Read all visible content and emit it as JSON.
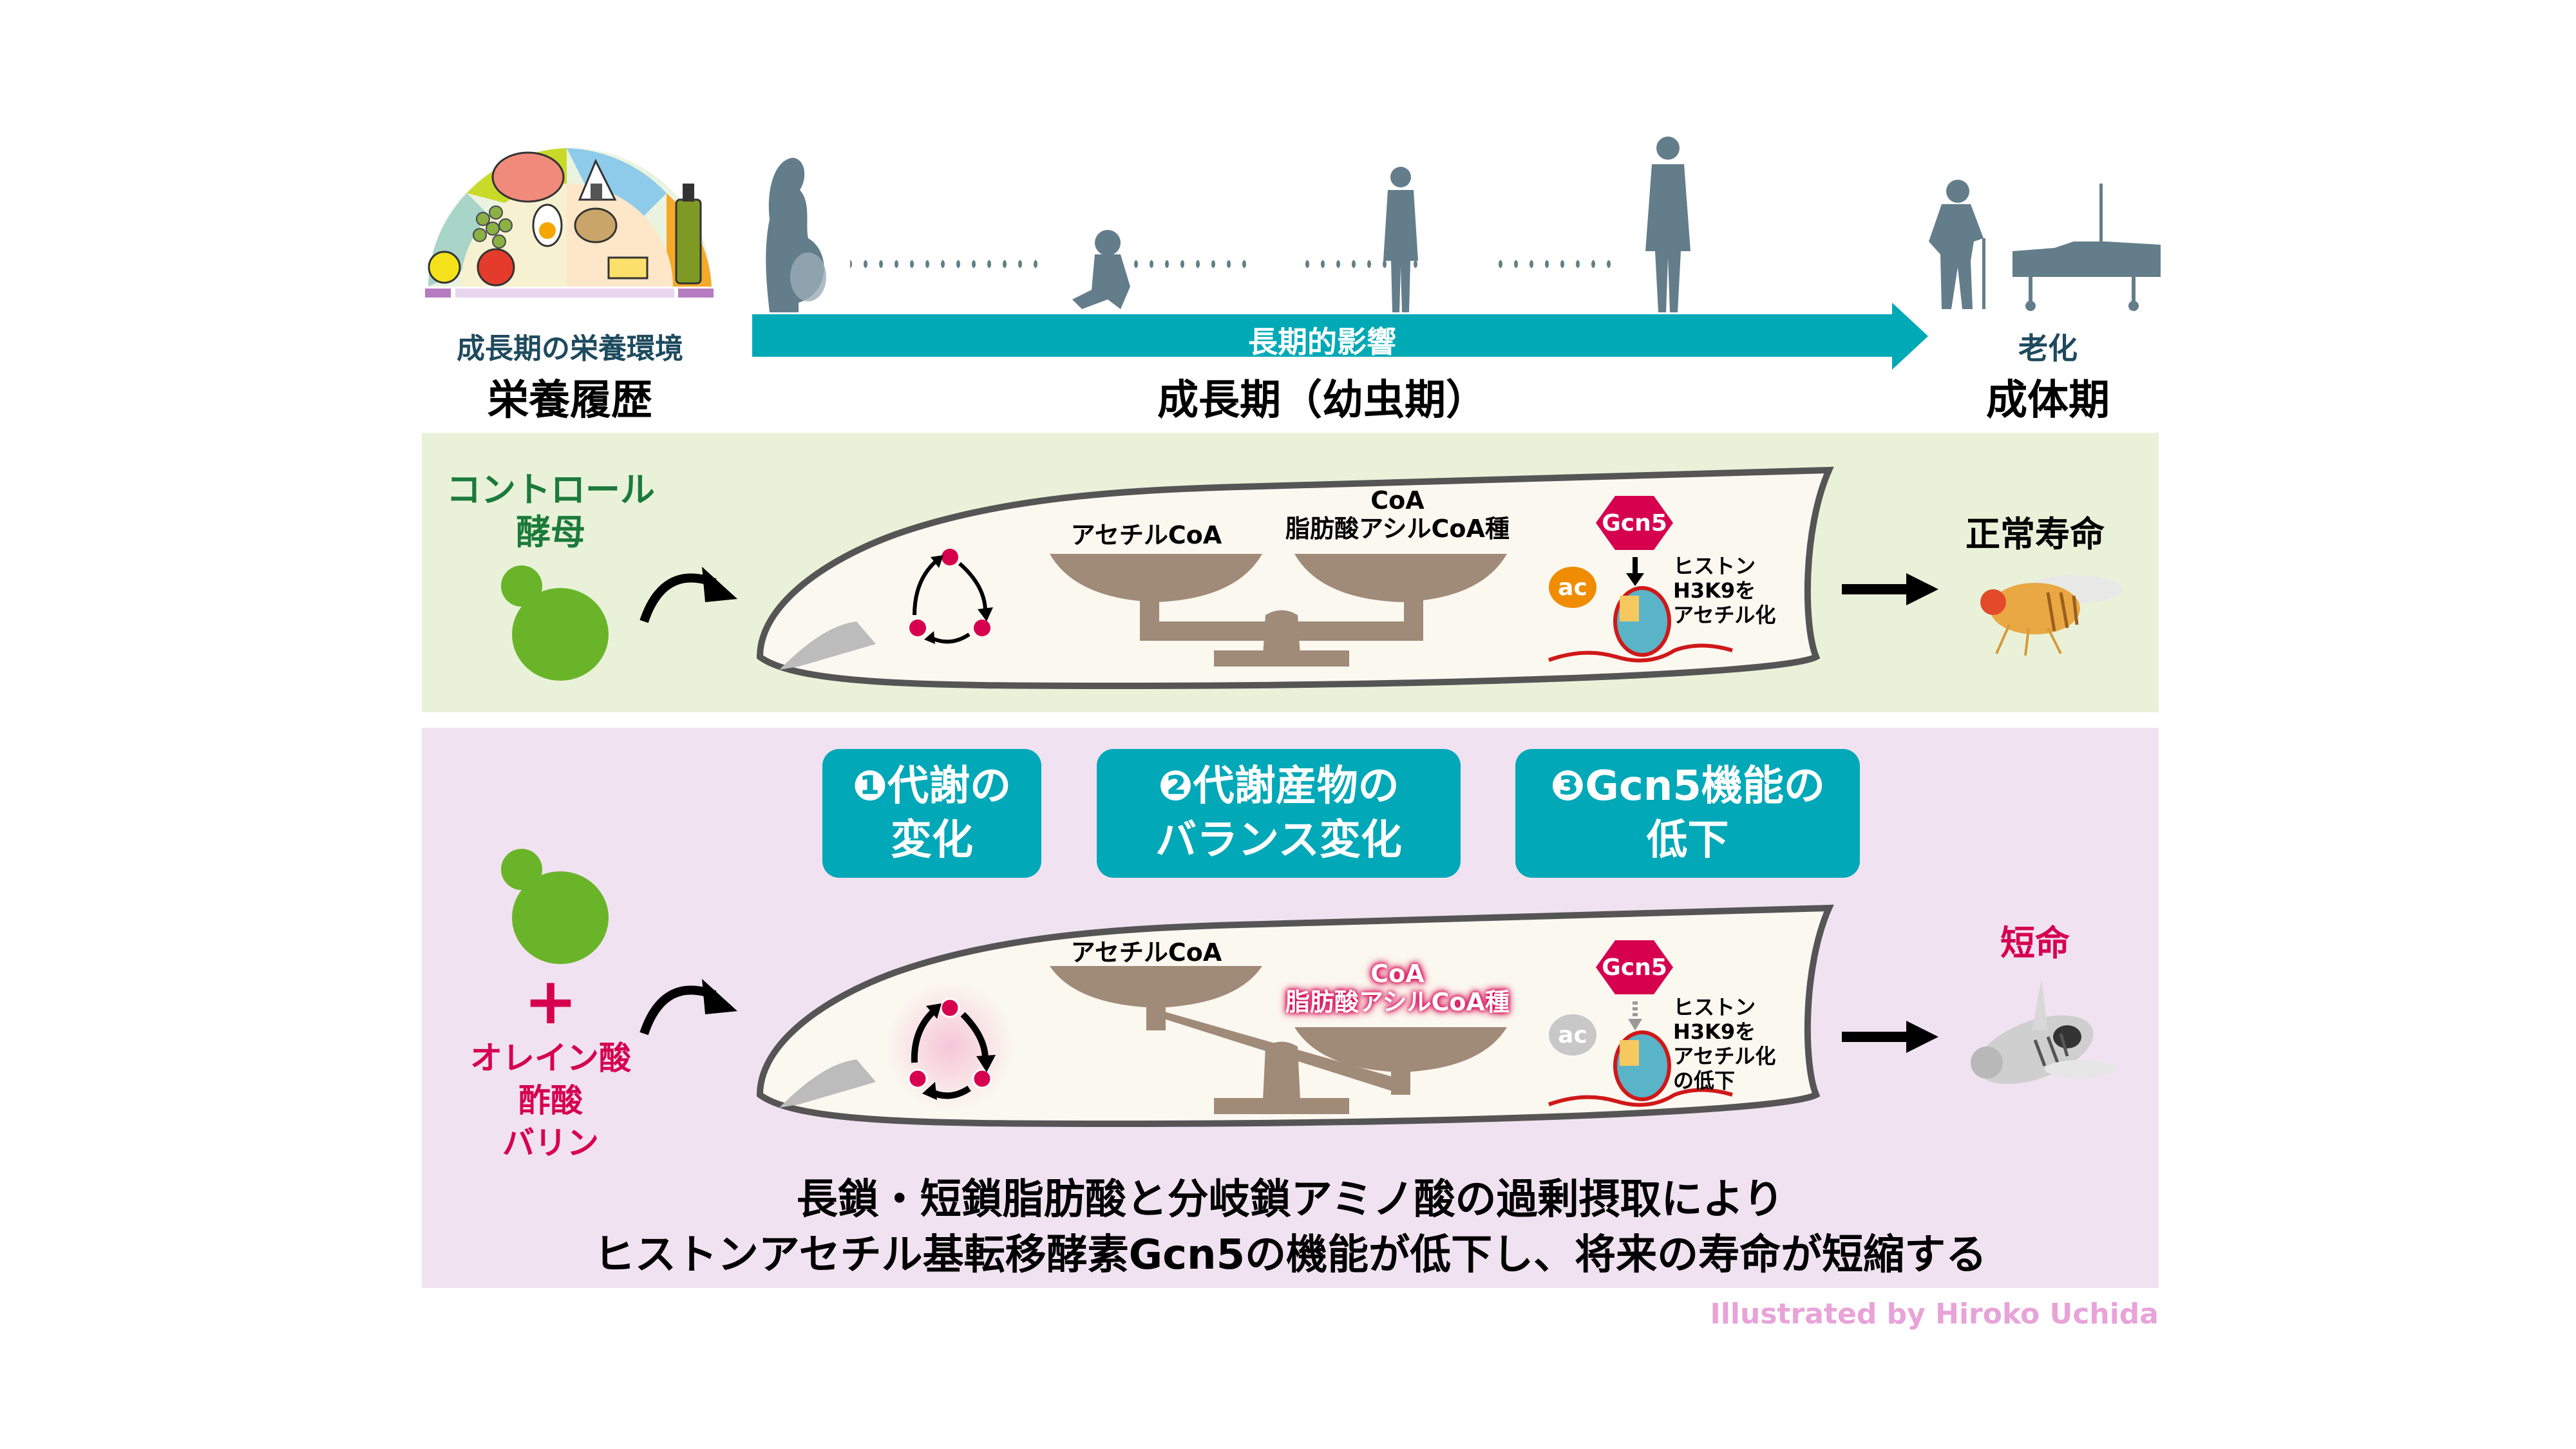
{
  "timeline": {
    "nutrition_env_label": "成長期の栄養環境",
    "nutrition_history_title": "栄養履歴",
    "long_term_effect_label": "長期的影響",
    "growth_period_title": "成長期（幼虫期）",
    "aging_label": "老化",
    "adult_period_title": "成体期",
    "icons": [
      "food-wheel-icon",
      "pregnant-woman-icon",
      "baby-icon",
      "child-icon",
      "adult-icon",
      "elderly-with-cane-icon",
      "hospital-bed-icon"
    ]
  },
  "control": {
    "diet_label_line1": "コントロール",
    "diet_label_line2": "酵母",
    "acetyl_coa": "アセチルCoA",
    "coa_line1": "CoA",
    "coa_line2": "脂肪酸アシルCoA種",
    "gcn5": "Gcn5",
    "ac": "ac",
    "histone_lines": [
      "ヒストン",
      "H3K9を",
      "アセチル化"
    ],
    "outcome": "正常寿命",
    "colors": {
      "panel_bg": "#e9f2d9",
      "label": "#1c7a3a",
      "ac": "#f08c00"
    }
  },
  "steps": [
    {
      "line1": "❶代謝の",
      "line2": "変化"
    },
    {
      "line1": "❷代謝産物の",
      "line2": "バランス変化"
    },
    {
      "line1": "❸Gcn5機能の",
      "line2": "低下"
    }
  ],
  "excess": {
    "plus": "+",
    "nutrients": [
      "オレイン酸",
      "酢酸",
      "バリン"
    ],
    "acetyl_coa": "アセチルCoA",
    "coa_line1": "CoA",
    "coa_line2": "脂肪酸アシルCoA種",
    "gcn5": "Gcn5",
    "ac": "ac",
    "histone_lines": [
      "ヒストン",
      "H3K9を",
      "アセチル化",
      "の低下"
    ],
    "outcome": "短命",
    "colors": {
      "panel_bg": "#f1e2f1",
      "accent": "#d6004f",
      "ac": "#c8c8c8"
    }
  },
  "summary": {
    "line1": "長鎖・短鎖脂肪酸と分岐鎖アミノ酸の過剰摂取により",
    "line2": "ヒストンアセチル基転移酵素Gcn5の機能が低下し、将来の寿命が短縮する"
  },
  "credit": "Illustrated by Hiroko Uchida",
  "colors": {
    "teal": "#00a9b6",
    "silhouette": "#647d8a",
    "scale": "#a08a78",
    "metabolite": "#d6004f"
  }
}
